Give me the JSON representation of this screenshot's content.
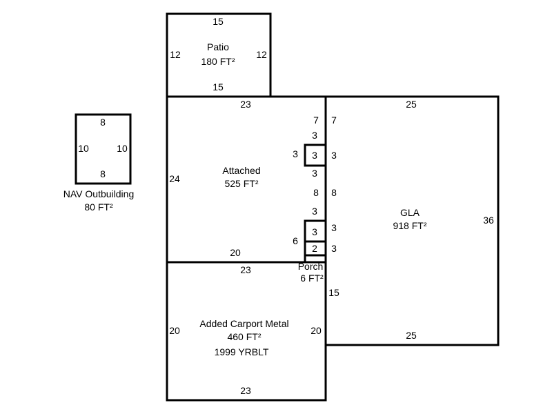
{
  "areas": {
    "patio": {
      "name": "Patio",
      "area": "180 FT²",
      "dims": {
        "top": "15",
        "bottom": "15",
        "left": "12",
        "right": "12"
      }
    },
    "attached": {
      "name": "Attached",
      "area": "525 FT²",
      "dims": {
        "top": "23",
        "left": "24",
        "bottom": "20",
        "notch_a": "7",
        "notch_b": "3",
        "notch_c": "3",
        "notch_d": "3",
        "notch_e": "3",
        "notch_f": "8",
        "notch_g": "3",
        "notch_h": "3",
        "notch_i": "3",
        "notch_j": "6",
        "notch_k": "2",
        "notch_l": "3"
      }
    },
    "gla": {
      "name": "GLA",
      "area": "918 FT²",
      "dims": {
        "top": "25",
        "bottom": "25",
        "right": "36",
        "left_a": "7",
        "left_b": "8",
        "left_c": "15",
        "left_d": "3"
      }
    },
    "porch": {
      "name": "Porch",
      "area": "6 FT²"
    },
    "carport": {
      "name": "Added Carport Metal",
      "area": "460 FT²",
      "year": "1999 YRBLT",
      "dims": {
        "top": "23",
        "bottom": "23",
        "left": "20",
        "right": "20"
      }
    },
    "nav": {
      "name": "NAV Outbuilding",
      "area": "80 FT²",
      "dims": {
        "top": "8",
        "bottom": "8",
        "left": "10",
        "right": "10"
      }
    }
  }
}
